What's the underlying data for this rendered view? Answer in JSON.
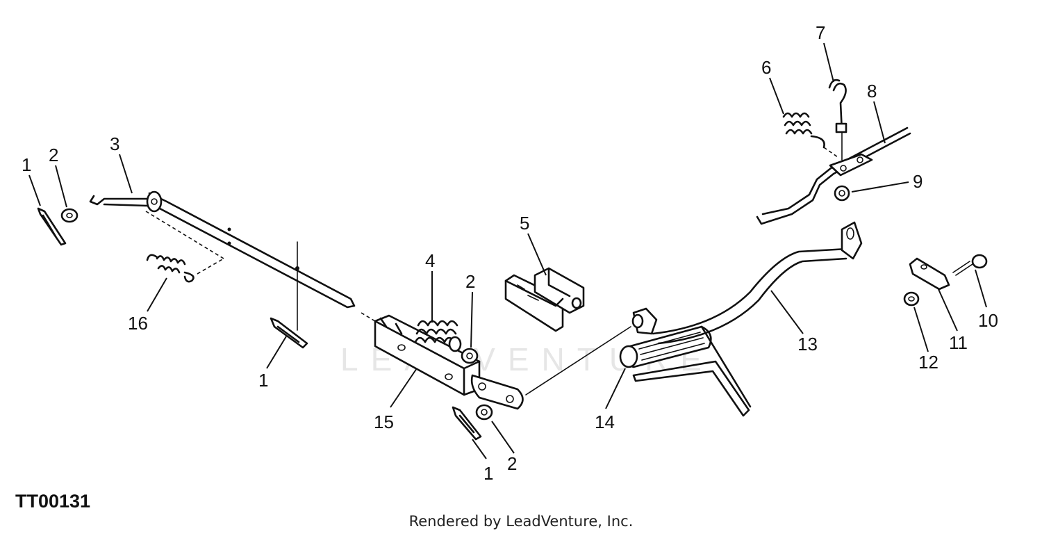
{
  "watermark": "LEADVENTURE",
  "figure_id": "TT00131",
  "credit": "Rendered by LeadVenture, Inc.",
  "callouts": {
    "c1a": "1",
    "c2a": "2",
    "c3": "3",
    "c16": "16",
    "c1b": "1",
    "c4": "4",
    "c2b": "2",
    "c5": "5",
    "c15": "15",
    "c1c": "1",
    "c2c": "2",
    "c14": "14",
    "c13": "13",
    "c6": "6",
    "c7": "7",
    "c8": "8",
    "c9": "9",
    "c10": "10",
    "c11": "11",
    "c12": "12"
  }
}
